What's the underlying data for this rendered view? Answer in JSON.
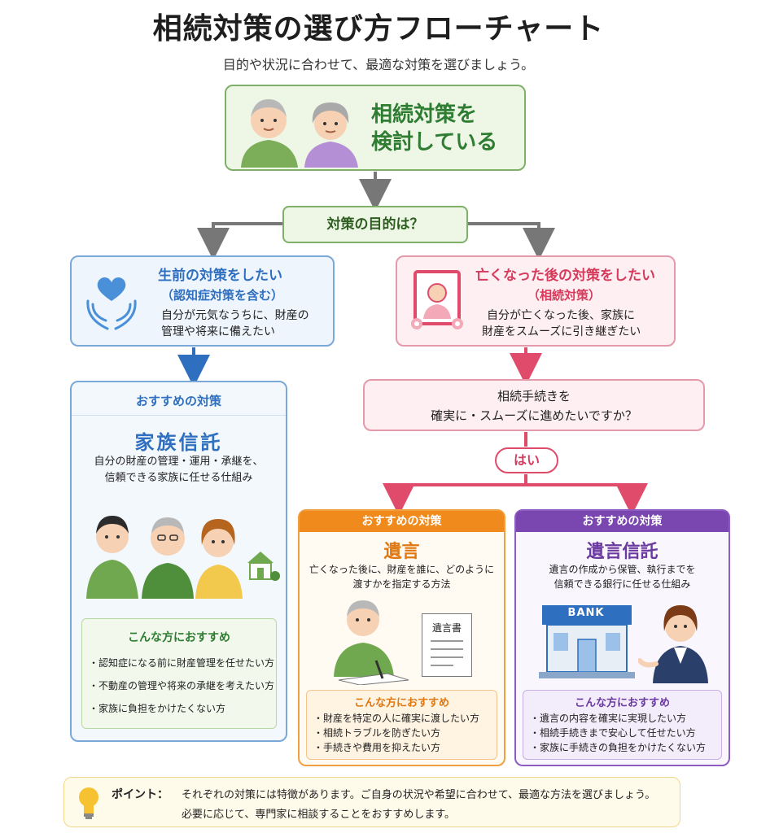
{
  "title": "相続対策の選び方フローチャート",
  "subtitle": "目的や状況に合わせて、最適な対策を選びましょう。",
  "start": {
    "line1": "相続対策を",
    "line2": "検討している"
  },
  "question1": "対策の目的は？",
  "left_purpose": {
    "title": "生前の対策をしたい",
    "subtitle": "（認知症対策を含む）",
    "desc1": "自分が元気なうちに、財産の",
    "desc2": "管理や将来に備えたい"
  },
  "right_purpose": {
    "title": "亡くなった後の対策をしたい",
    "subtitle": "（相続対策）",
    "desc1": "自分が亡くなった後、家族に",
    "desc2": "財産をスムーズに引き継ぎたい"
  },
  "question2": {
    "line1": "相続手続きを",
    "line2": "確実に・スムーズに進めたいですか？"
  },
  "yes_label": "はい",
  "family_trust": {
    "header": "おすすめの対策",
    "title": "家族信託",
    "desc1": "自分の財産の管理・運用・承継を、",
    "desc2": "信頼できる家族に任せる仕組み",
    "rec_title": "こんな方におすすめ",
    "items": [
      "・認知症になる前に財産管理を任せたい方",
      "・不動産の管理や将来の承継を考えたい方",
      "・家族に負担をかけたくない方"
    ]
  },
  "will": {
    "header": "おすすめの対策",
    "title": "遺言",
    "desc1": "亡くなった後に、財産を誰に、どのように",
    "desc2": "渡すかを指定する方法",
    "doc_label": "遺言書",
    "rec_title": "こんな方におすすめ",
    "items": [
      "・財産を特定の人に確実に渡したい方",
      "・相続トラブルを防ぎたい方",
      "・手続きや費用を抑えたい方"
    ]
  },
  "will_trust": {
    "header": "おすすめの対策",
    "title": "遺言信託",
    "desc1": "遺言の作成から保管、執行までを",
    "desc2": "信頼できる銀行に任せる仕組み",
    "bank_label": "BANK",
    "rec_title": "こんな方におすすめ",
    "items": [
      "・遺言の内容を確実に実現したい方",
      "・相続手続きまで安心して任せたい方",
      "・家族に手続きの負担をかけたくない方"
    ]
  },
  "point": {
    "label": "ポイント：",
    "line1": "それぞれの対策には特徴があります。ご自身の状況や希望に合わせて、最適な方法を選びましょう。",
    "line2": "必要に応じて、専門家に相談することをおすすめします。"
  },
  "colors": {
    "green": "#7fb06a",
    "blue": "#2f6fbf",
    "pink": "#e14b6b",
    "orange": "#f08a1c",
    "purple": "#7a46b0",
    "gray_arrow": "#777777"
  }
}
